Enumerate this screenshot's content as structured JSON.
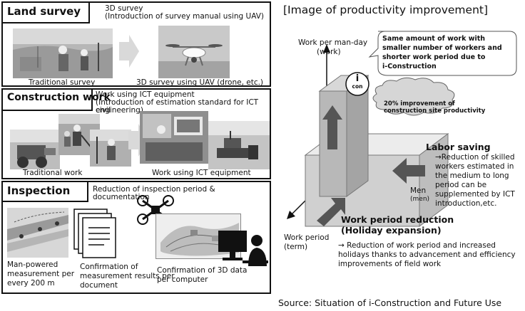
{
  "land_survey": {
    "title": "Land survey",
    "heading": "3D survey",
    "subheading": "(Introduction of survey manual using UAV)",
    "left_caption": "Traditional survey",
    "right_caption": "3D survey using UAV (drone, etc.)"
  },
  "construction": {
    "title": "Construction work",
    "heading": "Work using ICT equipment",
    "subheading_1": "(Introduction of estimation standard for ICT civil",
    "subheading_2": "engineering)",
    "left_caption": "Traditional work",
    "right_caption": "Work using ICT equipment"
  },
  "inspection": {
    "title": "Inspection",
    "heading": "Reduction of inspection period & documentation",
    "cap1_1": "Man-powered",
    "cap1_2": "measurement per",
    "cap1_3": "every 200 m",
    "cap2_1": "Confirmation of",
    "cap2_2": "measurement results per",
    "cap2_3": "document",
    "cap3_1": "Confirmation of 3D data",
    "cap3_2": "per computer"
  },
  "productivity": {
    "title": "[Image of productivity improvement]",
    "y_axis_1": "Work per man-day",
    "y_axis_2": "(work)",
    "x_axis_1": "Men",
    "x_axis_2": "(men)",
    "z_axis_1": "Work period",
    "z_axis_2": "(term)",
    "bubble1_1": "Same amount of work with",
    "bubble1_2": "smaller number of workers and",
    "bubble1_3": "shorter work period due to",
    "bubble1_4": "i-Construction",
    "badge_top": "i",
    "badge_bottom": "con",
    "cloud_1": "20% improvement of",
    "cloud_2": "construction site productivity",
    "labor_title": "Labor saving",
    "labor_1": "→Reduction of skilled",
    "labor_2": "workers estimated in",
    "labor_3": "the medium to long",
    "labor_4": "period can be",
    "labor_5": "supplemented by ICT",
    "labor_6": "introduction,etc.",
    "period_title_1": "Work period reduction",
    "period_title_2": "(Holiday expansion)",
    "period_1": "→ Reduction of work period and increased",
    "period_2": "holidays thanks to advancement and efficiency",
    "period_3": "improvements of field work"
  },
  "source": "Source: Situation of i-Construction and Future Use",
  "colors": {
    "box_front": "#c9c9c9",
    "box_light": "#ececec",
    "arrow": "#555555",
    "tall_box": "#b8b8b8"
  }
}
